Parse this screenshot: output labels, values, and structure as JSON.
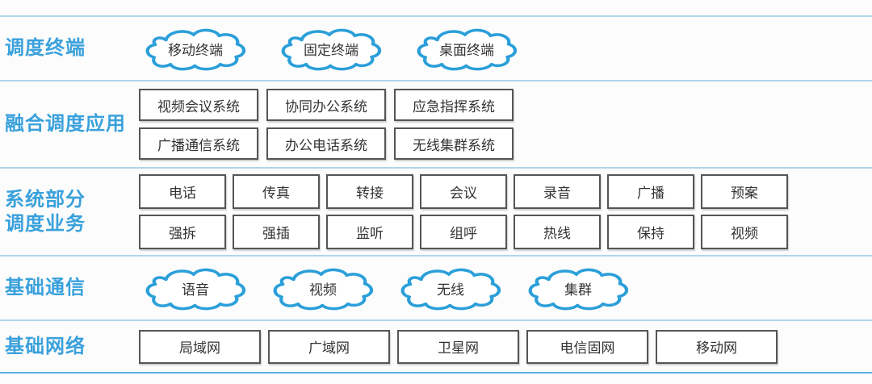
{
  "rows": [
    {
      "label": "调度终端",
      "type": "clouds",
      "items": [
        "移动终端",
        "固定终端",
        "桌面终端"
      ]
    },
    {
      "label": "融合调度应用",
      "type": "boxes",
      "items": [
        "视频会议系统",
        "协同办公系统",
        "应急指挥系统",
        "广播通信系统",
        "办公电话系统",
        "无线集群系统"
      ]
    },
    {
      "label_line1": "系统部分",
      "label_line2": "调度业务",
      "type": "boxes",
      "items": [
        "电话",
        "传真",
        "转接",
        "会议",
        "录音",
        "广播",
        "预案",
        "强拆",
        "强插",
        "监听",
        "组呼",
        "热线",
        "保持",
        "视频"
      ]
    },
    {
      "label": "基础通信",
      "type": "clouds",
      "items": [
        "语音",
        "视频",
        "无线",
        "集群"
      ]
    },
    {
      "label": "基础网络",
      "type": "boxes",
      "items": [
        "局域网",
        "广域网",
        "卫星网",
        "电信固网",
        "移动网"
      ]
    }
  ],
  "colors": {
    "label_blue": "#3aa1dc",
    "cloud_stroke_blue": "#2b9fd9",
    "separator_line_light": "#aed5ea",
    "separator_line_bottom": "#58afd8",
    "box_border": "#555555",
    "box_text": "#333333"
  }
}
